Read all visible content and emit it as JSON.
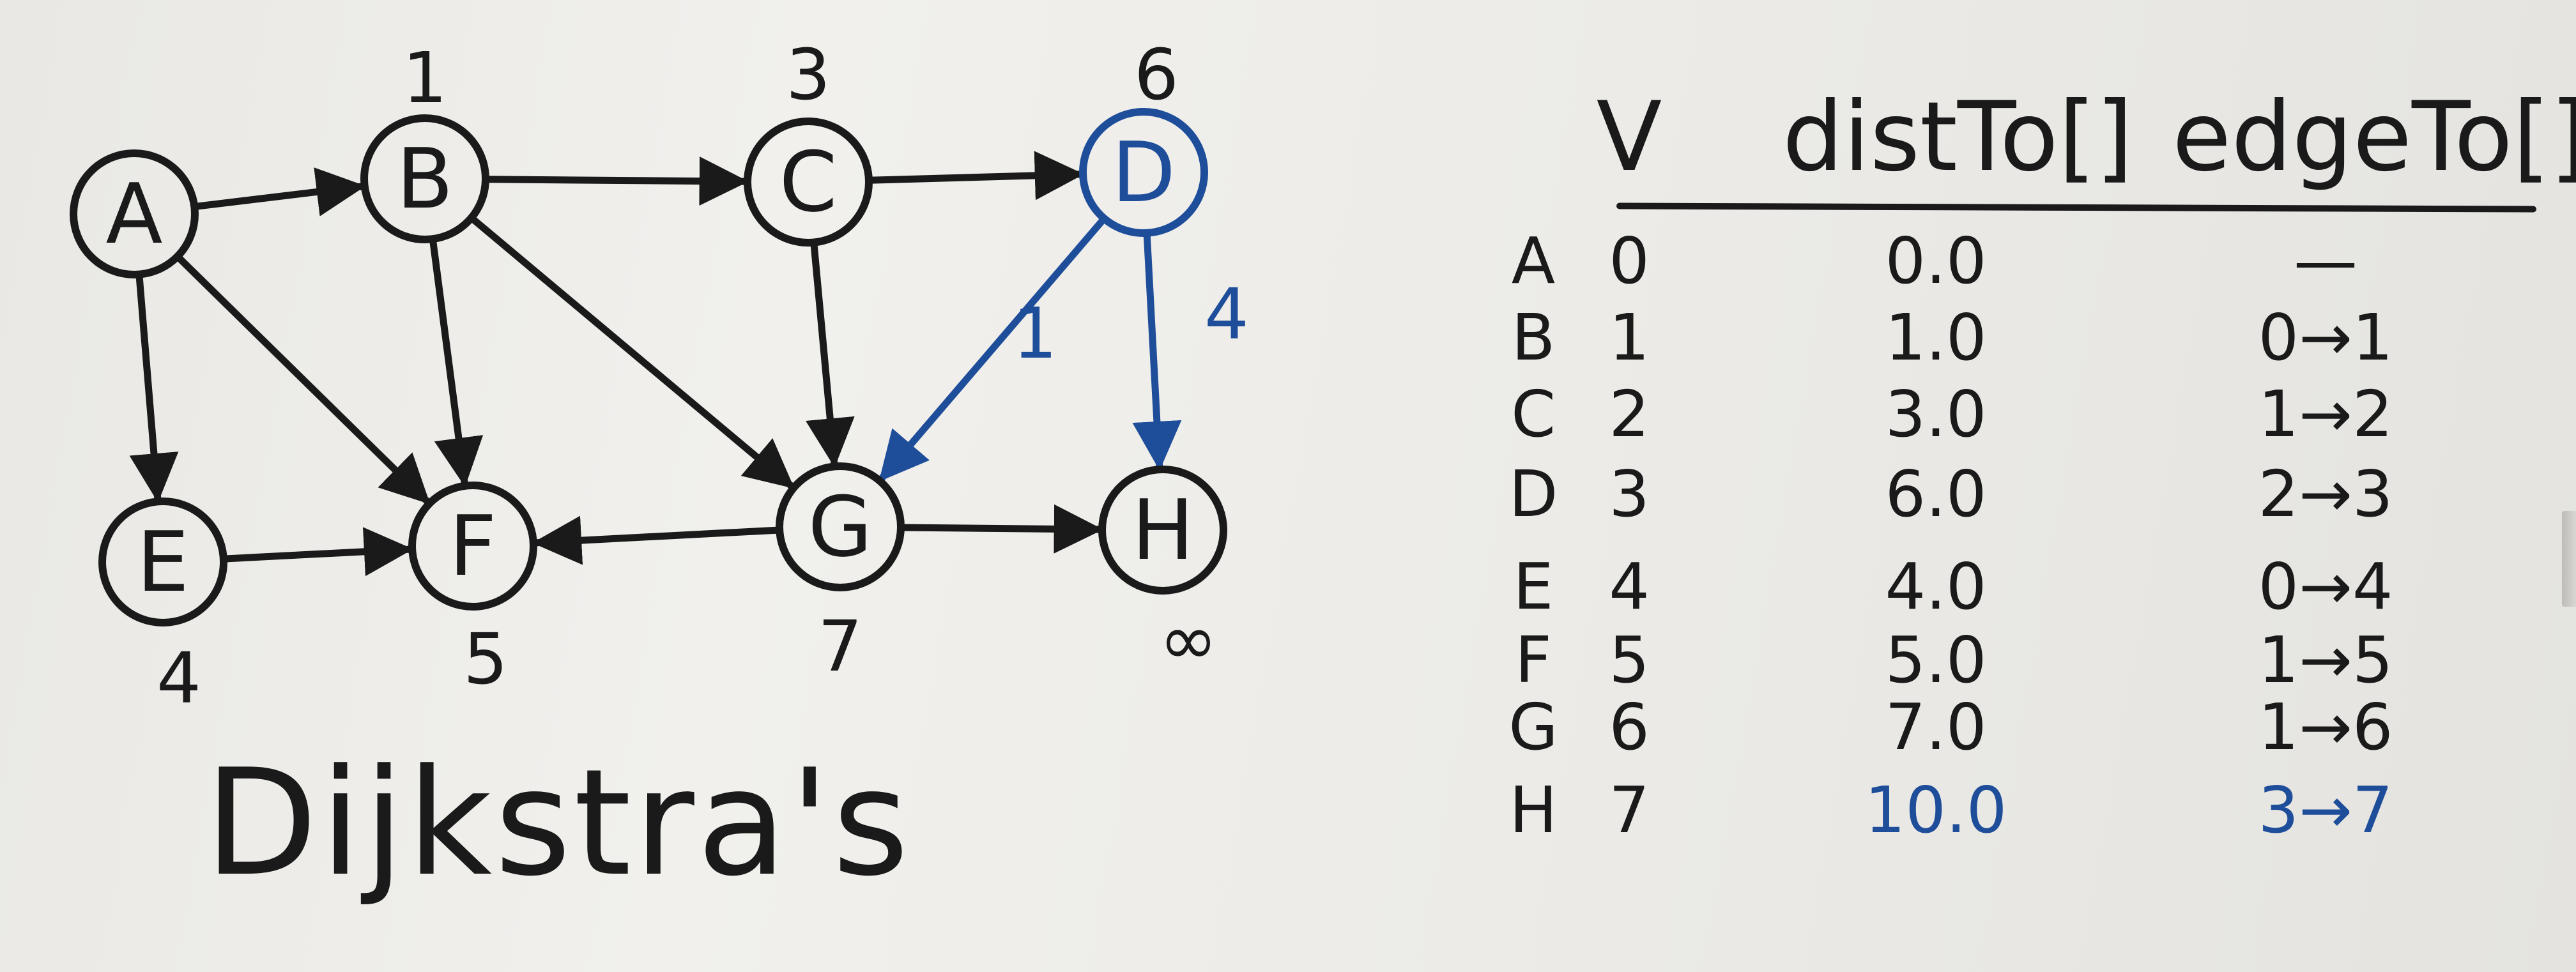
{
  "colors": {
    "ink": "#1a1a1a",
    "blue_ink": "#1e4d9a",
    "board": "#ecebe8"
  },
  "graph": {
    "nodes": [
      {
        "id": "A",
        "label": "A",
        "dist_label": ""
      },
      {
        "id": "B",
        "label": "B",
        "dist_label": "1"
      },
      {
        "id": "C",
        "label": "C",
        "dist_label": "3"
      },
      {
        "id": "D",
        "label": "D",
        "dist_label": "6"
      },
      {
        "id": "E",
        "label": "E",
        "dist_label": "4"
      },
      {
        "id": "F",
        "label": "F",
        "dist_label": "5"
      },
      {
        "id": "G",
        "label": "G",
        "dist_label": "7"
      },
      {
        "id": "H",
        "label": "H",
        "dist_label": "∞"
      }
    ],
    "highlight_node": "D",
    "edges": [
      {
        "from": "A",
        "to": "B",
        "weight": "",
        "color": "ink"
      },
      {
        "from": "A",
        "to": "E",
        "weight": "",
        "color": "ink"
      },
      {
        "from": "A",
        "to": "F",
        "weight": "",
        "color": "ink"
      },
      {
        "from": "B",
        "to": "C",
        "weight": "",
        "color": "ink"
      },
      {
        "from": "B",
        "to": "F",
        "weight": "",
        "color": "ink"
      },
      {
        "from": "B",
        "to": "G",
        "weight": "",
        "color": "ink"
      },
      {
        "from": "C",
        "to": "D",
        "weight": "",
        "color": "ink"
      },
      {
        "from": "C",
        "to": "G",
        "weight": "",
        "color": "ink"
      },
      {
        "from": "D",
        "to": "G",
        "weight": "1",
        "color": "blue"
      },
      {
        "from": "D",
        "to": "H",
        "weight": "4",
        "color": "blue"
      },
      {
        "from": "E",
        "to": "F",
        "weight": "",
        "color": "ink"
      },
      {
        "from": "G",
        "to": "F",
        "weight": "",
        "color": "ink"
      },
      {
        "from": "G",
        "to": "H",
        "weight": "",
        "color": "ink"
      }
    ]
  },
  "title": "Dijkstra's",
  "table": {
    "headers": {
      "v": "V",
      "dist": "distTo[]",
      "edge": "edgeTo[]"
    },
    "rows": [
      {
        "label": "A",
        "v": "0",
        "dist": "0.0",
        "edge": "—",
        "highlight": false
      },
      {
        "label": "B",
        "v": "1",
        "dist": "1.0",
        "edge": "0→1",
        "highlight": false
      },
      {
        "label": "C",
        "v": "2",
        "dist": "3.0",
        "edge": "1→2",
        "highlight": false
      },
      {
        "label": "D",
        "v": "3",
        "dist": "6.0",
        "edge": "2→3",
        "highlight": false
      },
      {
        "label": "E",
        "v": "4",
        "dist": "4.0",
        "edge": "0→4",
        "highlight": false
      },
      {
        "label": "F",
        "v": "5",
        "dist": "5.0",
        "edge": "1→5",
        "highlight": false
      },
      {
        "label": "G",
        "v": "6",
        "dist": "7.0",
        "edge": "1→6",
        "highlight": false
      },
      {
        "label": "H",
        "v": "7",
        "dist": "10.0",
        "edge": "3→7",
        "highlight": true
      }
    ]
  }
}
